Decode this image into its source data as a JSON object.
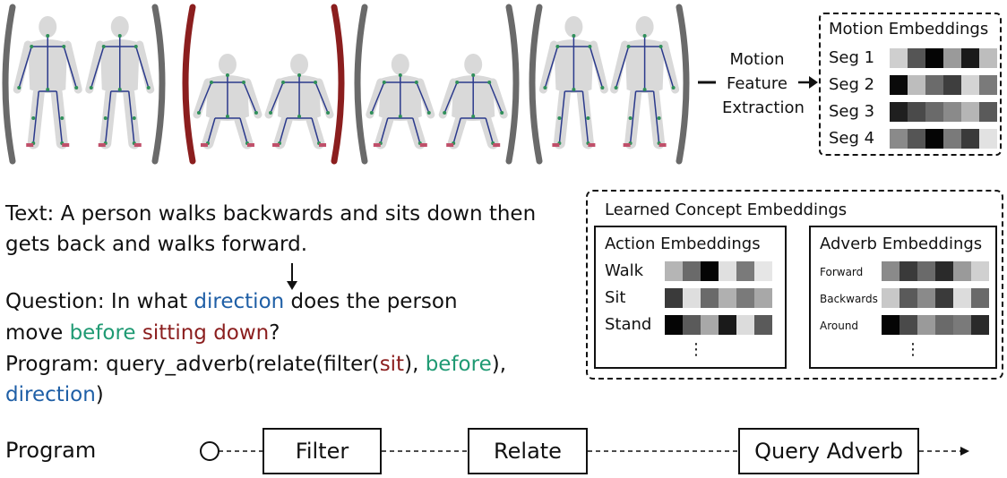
{
  "motion": {
    "feature_label": [
      "Motion",
      "Feature",
      "Extraction"
    ],
    "embeddings_title": "Motion Embeddings",
    "segments": [
      {
        "label": "Seg 1",
        "shades": [
          "#cfcfcf",
          "#555555",
          "#050505",
          "#9a9a9a",
          "#1a1a1a",
          "#bdbdbd"
        ]
      },
      {
        "label": "Seg 2",
        "shades": [
          "#0a0a0a",
          "#bdbdbd",
          "#6b6b6b",
          "#3e3e3e",
          "#d4d4d4",
          "#7a7a7a"
        ]
      },
      {
        "label": "Seg 3",
        "shades": [
          "#1f1f1f",
          "#4a4a4a",
          "#6a6a6a",
          "#8a8a8a",
          "#b5b5b5",
          "#5a5a5a"
        ]
      },
      {
        "label": "Seg 4",
        "shades": [
          "#8a8a8a",
          "#555555",
          "#050505",
          "#7a7a7a",
          "#3a3a3a",
          "#e2e2e2"
        ]
      }
    ],
    "bracket_colors": [
      "#6a6a6a",
      "#8b1e1e",
      "#6a6a6a",
      "#6a6a6a"
    ]
  },
  "text_block": {
    "line1": "Text: A person walks backwards and sits down then",
    "line2": "gets back and walks forward.",
    "q_prefix": "Question: In what ",
    "q_direction": "direction",
    "q_suffix": " does the person",
    "q2_prefix": "move ",
    "q2_before": "before",
    "q2_sitting": "sitting down",
    "q2_suffix": "?",
    "p_prefix": "Program: query_adverb(relate(filter(",
    "p_sit": "sit",
    "p_mid": "), ",
    "p_before": "before",
    "p_end": "),",
    "p_direction": "direction",
    "p_close": ")"
  },
  "concepts": {
    "title": "Learned Concept Embeddings",
    "action": {
      "title": "Action Embeddings",
      "items": [
        {
          "label": "Walk",
          "shades": [
            "#b5b5b5",
            "#6a6a6a",
            "#050505",
            "#e0e0e0",
            "#7a7a7a",
            "#e6e6e6"
          ]
        },
        {
          "label": "Sit",
          "shades": [
            "#3a3a3a",
            "#dedede",
            "#6a6a6a",
            "#b0b0b0",
            "#7a7a7a",
            "#a8a8a8"
          ]
        },
        {
          "label": "Stand",
          "shades": [
            "#050505",
            "#5a5a5a",
            "#a8a8a8",
            "#1a1a1a",
            "#dcdcdc",
            "#5a5a5a"
          ]
        }
      ],
      "ellipsis": "⋮"
    },
    "adverb": {
      "title": "Adverb Embeddings",
      "items": [
        {
          "label": "Forward",
          "shades": [
            "#8a8a8a",
            "#3a3a3a",
            "#6a6a6a",
            "#2a2a2a",
            "#9a9a9a",
            "#d0d0d0"
          ]
        },
        {
          "label": "Backwards",
          "shades": [
            "#c8c8c8",
            "#5a5a5a",
            "#8a8a8a",
            "#3a3a3a",
            "#dcdcdc",
            "#6a6a6a"
          ]
        },
        {
          "label": "Around",
          "shades": [
            "#050505",
            "#4a4a4a",
            "#9a9a9a",
            "#6a6a6a",
            "#7a7a7a",
            "#2a2a2a"
          ]
        }
      ],
      "ellipsis": "⋮"
    }
  },
  "program": {
    "label": "Program",
    "nodes": [
      "Filter",
      "Relate",
      "Query Adverb"
    ]
  }
}
